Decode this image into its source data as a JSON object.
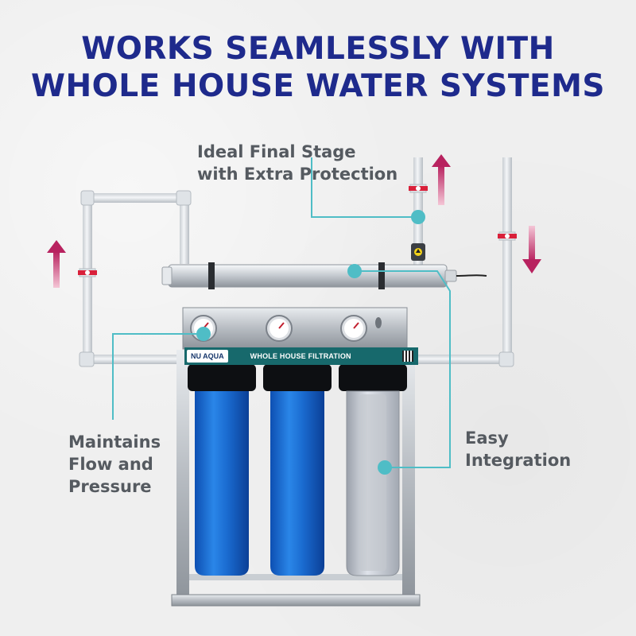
{
  "headline": {
    "line1": "WORKS SEAMLESSLY WITH",
    "line2": "WHOLE HOUSE WATER SYSTEMS"
  },
  "callouts": {
    "final_stage": {
      "line1": "Ideal Final Stage",
      "line2": "with Extra Protection"
    },
    "flow": {
      "line1": "Maintains",
      "line2": "Flow and",
      "line3": "Pressure"
    },
    "integration": {
      "line1": "Easy",
      "line2": "Integration"
    }
  },
  "product_label": {
    "brand": "NU AQUA",
    "title": "WHOLE HOUSE FILTRATION"
  },
  "colors": {
    "headline": "#1e2a8c",
    "callout_text": "#555a60",
    "callout_line": "#4fbdc6",
    "flow_arrow": "#b8225f",
    "filter_blue": "#1f6fd1",
    "label_bar": "#17696c"
  },
  "icons": [
    "arrow-up-icon",
    "arrow-down-icon",
    "valve-icon",
    "pressure-gauge-icon"
  ]
}
